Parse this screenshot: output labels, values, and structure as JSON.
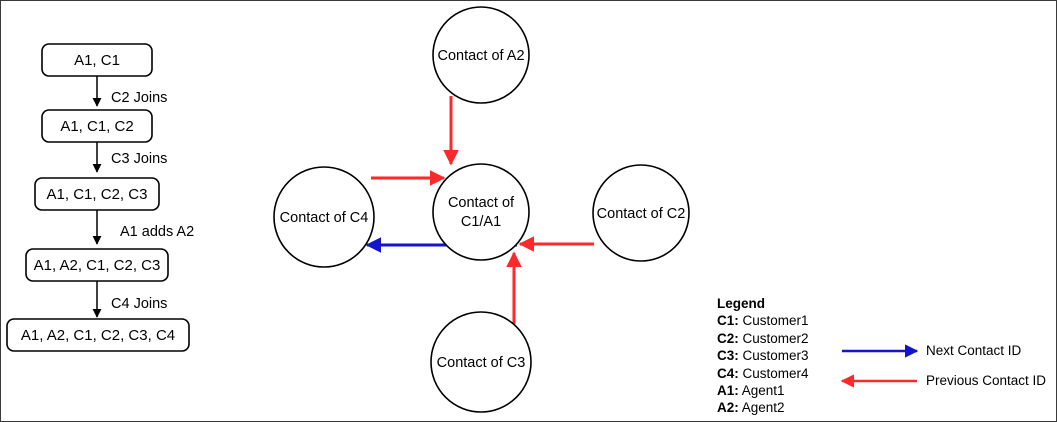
{
  "diagram": {
    "flow": {
      "edge_labels": [
        "C2 Joins",
        "C3 Joins",
        "A1 adds A2",
        "C4 Joins"
      ],
      "boxes": [
        {
          "label": "A1, C1"
        },
        {
          "label": "A1, C1, C2"
        },
        {
          "label": "A1, C1, C2, C3"
        },
        {
          "label": "A1, A2, C1, C2, C3"
        },
        {
          "label": "A1, A2, C1, C2, C3, C4"
        }
      ]
    },
    "graph": {
      "nodes": {
        "center": {
          "line1": "Contact of",
          "line2": "C1/A1"
        },
        "top": {
          "label": "Contact of A2"
        },
        "left": {
          "label": "Contact of C4"
        },
        "right": {
          "label": "Contact of C2"
        },
        "bottom": {
          "label": "Contact of C3"
        }
      }
    }
  },
  "legend": {
    "title": "Legend",
    "entries": [
      {
        "key": "C1:",
        "value": "Customer1"
      },
      {
        "key": "C2:",
        "value": "Customer2"
      },
      {
        "key": "C3:",
        "value": "Customer3"
      },
      {
        "key": "C4:",
        "value": "Customer4"
      },
      {
        "key": "A1:",
        "value": "Agent1"
      },
      {
        "key": "A2:",
        "value": "Agent2"
      }
    ],
    "next_label": "Next Contact ID",
    "previous_label": "Previous Contact ID"
  },
  "colors": {
    "next_arrow": "#1414CC",
    "previous_arrow": "#FA2A2A",
    "stroke": "#000000",
    "background": "#FFFFFF"
  }
}
